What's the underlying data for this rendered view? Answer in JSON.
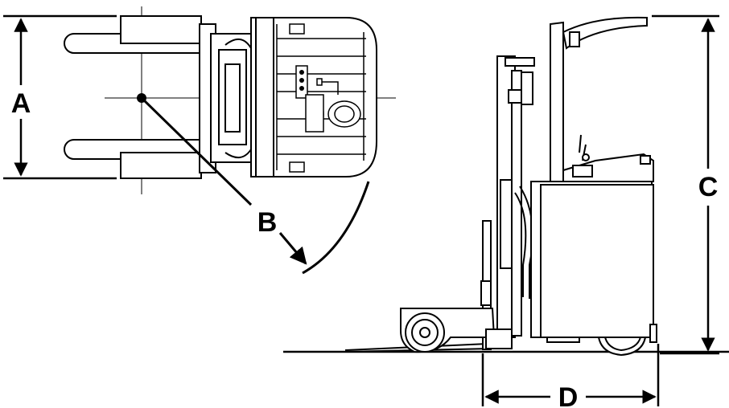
{
  "labels": {
    "A": "A",
    "B": "B",
    "C": "C",
    "D": "D"
  },
  "colors": {
    "line": "#000000",
    "background": "#ffffff"
  }
}
